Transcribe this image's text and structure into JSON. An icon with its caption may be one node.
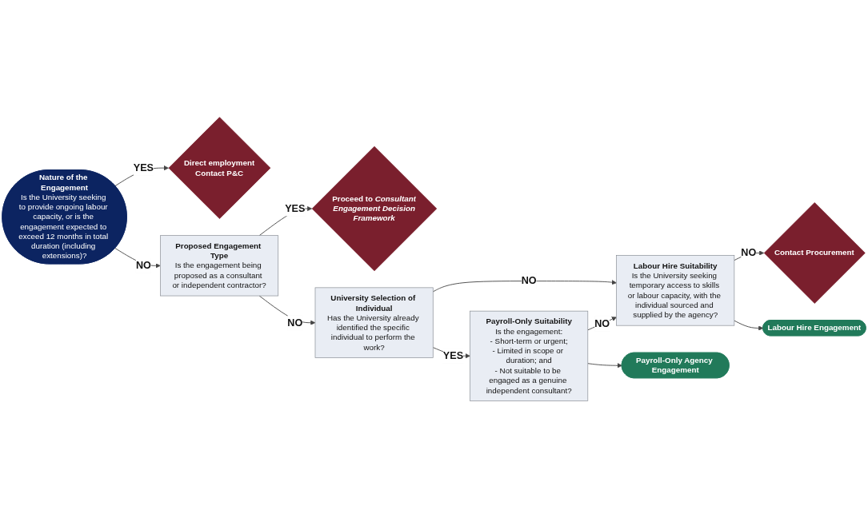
{
  "diagram": {
    "nodes": [
      {
        "text": [
          "Nature of the Engagement",
          "Is the University seeking to provide ongoing labour capacity, or is the engagement expected to exceed 12 months in total duration (including extensions)?"
        ]
      },
      {
        "text": [
          "Direct employment",
          "Contact P&C"
        ]
      },
      {
        "text": [
          "Proposed Engagement Type",
          "Is the engagement being proposed as a consultant or independent contractor?"
        ]
      },
      {
        "text": [
          "Proceed to *Consultant Engagement Decision Framework*"
        ]
      },
      {
        "text": [
          "University Selection of Individual",
          "Has the University already identified the specific individual to perform the work?"
        ]
      },
      {
        "text": [
          "Contact Procurement"
        ]
      },
      {
        "text": [
          "Labour Hire Suitability",
          "Is the University seeking temporary access to skills or labour capacity, with the individual sourced and supplied by the agency?"
        ]
      },
      {
        "text": [
          "Payroll-Only Suitability",
          "Is the engagement:",
          "- Short-term or urgent;",
          "- Limited in scope or duration; and",
          "- Not suitable to be engaged as a genuine independent consultant?"
        ]
      },
      {
        "text": [
          "Labour Hire Engagement"
        ]
      },
      {
        "text": [
          "Payroll-Only Agency Engagement"
        ]
      }
    ],
    "edges": [
      {
        "from": 0,
        "to": 1,
        "arrow": "to",
        "label": "YES"
      },
      {
        "from": 0,
        "to": 2,
        "arrow": "to",
        "label": "NO"
      },
      {
        "from": 2,
        "to": 3,
        "arrow": "to",
        "label": "YES"
      },
      {
        "from": 2,
        "to": 4,
        "arrow": "to",
        "label": "NO"
      },
      {
        "from": 4,
        "to": 6,
        "arrow": "to",
        "label": "NO"
      },
      {
        "from": 4,
        "to": 7,
        "arrow": "to",
        "label": "YES"
      },
      {
        "from": 7,
        "to": 6,
        "arrow": "to",
        "label": "NO"
      },
      {
        "from": 6,
        "to": 5,
        "arrow": "to",
        "label": "NO"
      },
      {
        "from": 6,
        "to": 8,
        "arrow": "to"
      },
      {
        "from": 7,
        "to": 9,
        "arrow": "to"
      }
    ]
  }
}
